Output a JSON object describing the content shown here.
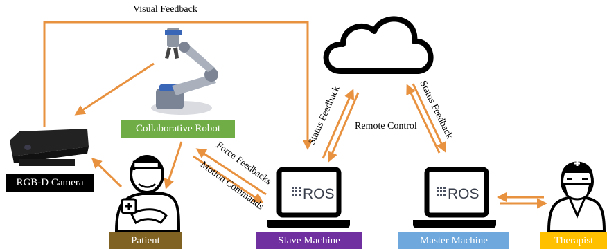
{
  "labels": {
    "visual_feedback": "Visual Feedback",
    "remote_control": "Remote Control",
    "status_feedback_left": "Status Feedback",
    "status_feedback_right": "Status Feedback",
    "force_feedbacks": "Force Feedbacks",
    "motion_commands": "Motion Commands"
  },
  "nodes": {
    "collaborative_robot": "Collaborative Robot",
    "rgbd_camera": "RGB-D Camera",
    "patient": "Patient",
    "slave_machine": "Slave Machine",
    "master_machine": "Master Machine",
    "therapist": "Therapist"
  },
  "screen_logo_text": "ROS",
  "colors": {
    "arrow": "#e8913f",
    "robot_label_bg": "#70ad47",
    "camera_label_bg": "#000000",
    "patient_label_bg": "#806222",
    "slave_label_bg": "#7030a0",
    "master_label_bg": "#6fa8dc",
    "therapist_label_bg": "#ffc000"
  },
  "icons": [
    "robot-arm-icon",
    "camera-icon",
    "cloud-icon",
    "laptop-icon",
    "patient-icon",
    "therapist-icon"
  ]
}
